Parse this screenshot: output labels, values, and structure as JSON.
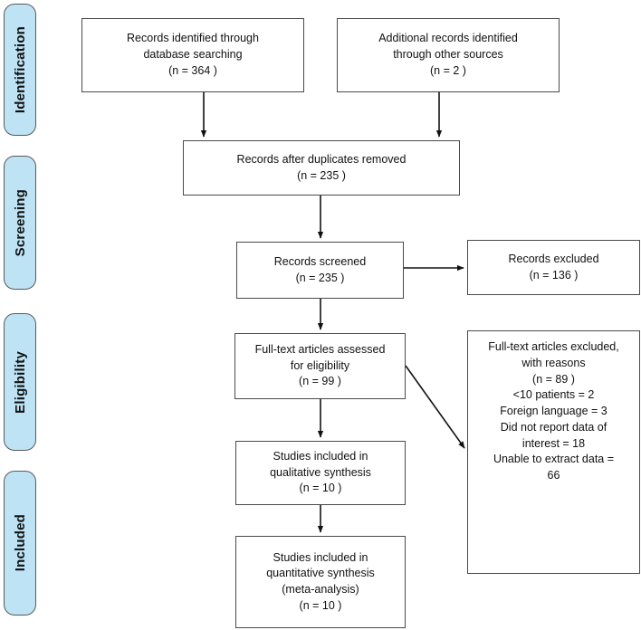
{
  "diagram": {
    "title": "PRISMA flow diagram",
    "type": "flowchart",
    "accent_color": "#bde3f5",
    "border_color": "#4a4a4a",
    "text_color": "#111111",
    "background_color": "#ffffff"
  },
  "stages": [
    {
      "label": "Identification"
    },
    {
      "label": "Screening"
    },
    {
      "label": "Eligibility"
    },
    {
      "label": "Included"
    }
  ],
  "boxes": {
    "records_identified": "Records identified through\ndatabase searching\n(n =  364 )",
    "additional_records": "Additional records identified\nthrough other sources\n(n = 2  )",
    "duplicates_removed": "Records after duplicates removed\n(n = 235  )",
    "records_screened": "Records screened\n(n = 235  )",
    "records_excluded": "Records excluded\n(n = 136  )",
    "fulltext_assessed": "Full-text articles assessed\nfor eligibility\n(n = 99  )",
    "fulltext_excluded": "Full-text articles excluded,\nwith reasons\n(n =  89 )\n<10 patients = 2\nForeign language = 3\nDid not report data of\ninterest  = 18\nUnable to extract data =\n66",
    "qualitative_synthesis": "Studies included in\nqualitative synthesis\n(n = 10  )",
    "quantitative_synthesis": "Studies included in\nquantitative synthesis\n(meta-analysis)\n(n = 10  )"
  },
  "chart_data": {
    "type": "flowchart",
    "title": "PRISMA flow diagram",
    "nodes": [
      {
        "id": "records_identified",
        "label": "Records identified through database searching",
        "n": 364,
        "stage": "Identification"
      },
      {
        "id": "additional_records",
        "label": "Additional records identified through other sources",
        "n": 2,
        "stage": "Identification"
      },
      {
        "id": "duplicates_removed",
        "label": "Records after duplicates removed",
        "n": 235,
        "stage": "Identification"
      },
      {
        "id": "records_screened",
        "label": "Records screened",
        "n": 235,
        "stage": "Screening"
      },
      {
        "id": "records_excluded",
        "label": "Records excluded",
        "n": 136,
        "stage": "Screening"
      },
      {
        "id": "fulltext_assessed",
        "label": "Full-text articles assessed for eligibility",
        "n": 99,
        "stage": "Eligibility"
      },
      {
        "id": "fulltext_excluded",
        "label": "Full-text articles excluded, with reasons",
        "n": 89,
        "stage": "Eligibility",
        "reasons": [
          {
            "reason": "<10 patients",
            "count": 2
          },
          {
            "reason": "Foreign language",
            "count": 3
          },
          {
            "reason": "Did not report data of interest",
            "count": 18
          },
          {
            "reason": "Unable to extract data",
            "count": 66
          }
        ]
      },
      {
        "id": "qualitative_synthesis",
        "label": "Studies included in qualitative synthesis",
        "n": 10,
        "stage": "Included"
      },
      {
        "id": "quantitative_synthesis",
        "label": "Studies included in quantitative synthesis (meta-analysis)",
        "n": 10,
        "stage": "Included"
      }
    ],
    "edges": [
      {
        "from": "records_identified",
        "to": "duplicates_removed"
      },
      {
        "from": "additional_records",
        "to": "duplicates_removed"
      },
      {
        "from": "duplicates_removed",
        "to": "records_screened"
      },
      {
        "from": "records_screened",
        "to": "records_excluded"
      },
      {
        "from": "records_screened",
        "to": "fulltext_assessed"
      },
      {
        "from": "fulltext_assessed",
        "to": "fulltext_excluded"
      },
      {
        "from": "fulltext_assessed",
        "to": "qualitative_synthesis"
      },
      {
        "from": "qualitative_synthesis",
        "to": "quantitative_synthesis"
      }
    ]
  }
}
